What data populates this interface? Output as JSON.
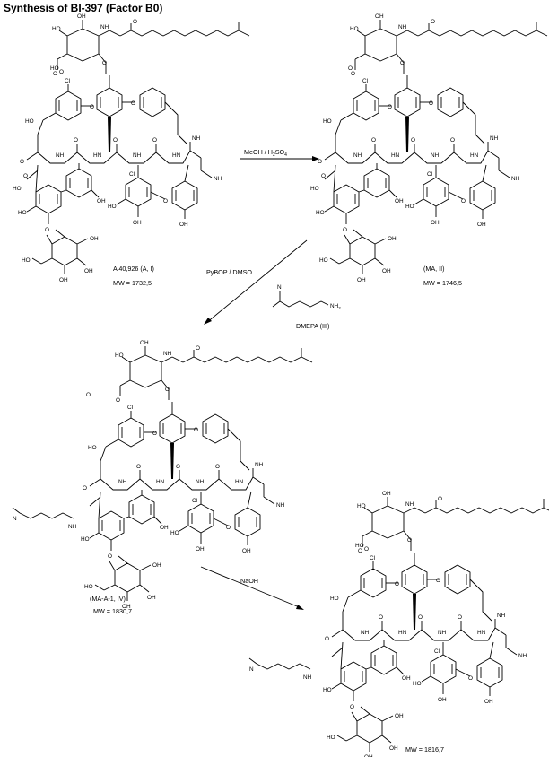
{
  "title": "Synthesis of BI-397 (Factor B0)",
  "compounds": [
    {
      "name": "A 40,926 (A, I)",
      "mw": "MW = 1732,5"
    },
    {
      "name": "(MA, II)",
      "mw": "MW = 1746,5"
    },
    {
      "name": "(MA-A-1, IV)",
      "mw": "MW = 1830,7"
    },
    {
      "name": "",
      "mw": "MW = 1816,7"
    }
  ],
  "reagents": {
    "step1": {
      "main": "MeOH / H",
      "sub1": "2",
      "mid": "SO",
      "sub2": "4"
    },
    "step2": "PyBOP / DMSO",
    "step3": "NaOH",
    "dmepa": "DMEPA    (III)"
  },
  "atoms": {
    "oh": "OH",
    "ho": "HO",
    "o": "O",
    "cl": "Cl",
    "nh": "NH",
    "hn": "HN",
    "n": "N",
    "nh2": "NH",
    "two": "2"
  }
}
